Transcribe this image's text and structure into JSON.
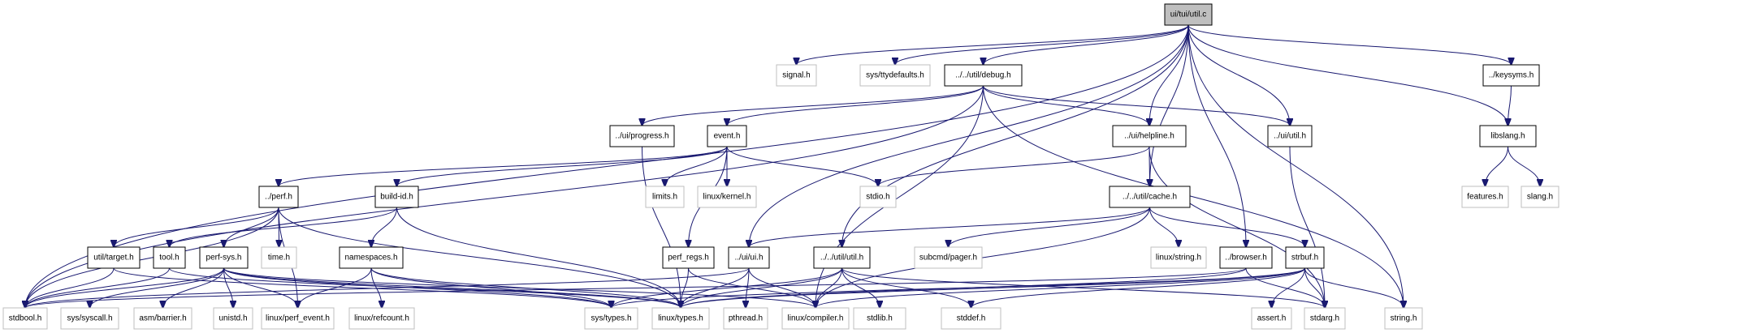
{
  "title": "ui/tui/util.c",
  "colors": {
    "edge": "#191970",
    "root_fill": "#bfbfbf",
    "local_border": "#000000",
    "system_border": "#bfbfbf"
  },
  "nodes": [
    {
      "id": "util_c",
      "label": "ui/tui/util.c",
      "kind": "root"
    },
    {
      "id": "signal",
      "label": "signal.h",
      "kind": "system"
    },
    {
      "id": "ttydefaults",
      "label": "sys/ttydefaults.h",
      "kind": "system"
    },
    {
      "id": "debug",
      "label": "../../util/debug.h",
      "kind": "local"
    },
    {
      "id": "keysyms",
      "label": "../keysyms.h",
      "kind": "local"
    },
    {
      "id": "progress",
      "label": "../ui/progress.h",
      "kind": "local"
    },
    {
      "id": "event",
      "label": "event.h",
      "kind": "local"
    },
    {
      "id": "helpline",
      "label": "../ui/helpline.h",
      "kind": "local"
    },
    {
      "id": "uiutil",
      "label": "../ui/util.h",
      "kind": "local"
    },
    {
      "id": "libslang",
      "label": "libslang.h",
      "kind": "local"
    },
    {
      "id": "perf",
      "label": "../perf.h",
      "kind": "local"
    },
    {
      "id": "buildid",
      "label": "build-id.h",
      "kind": "local"
    },
    {
      "id": "limits",
      "label": "limits.h",
      "kind": "system"
    },
    {
      "id": "kernel",
      "label": "linux/kernel.h",
      "kind": "system"
    },
    {
      "id": "stdio",
      "label": "stdio.h",
      "kind": "system"
    },
    {
      "id": "cache",
      "label": "../../util/cache.h",
      "kind": "local"
    },
    {
      "id": "features",
      "label": "features.h",
      "kind": "system"
    },
    {
      "id": "slang",
      "label": "slang.h",
      "kind": "system"
    },
    {
      "id": "target",
      "label": "util/target.h",
      "kind": "local"
    },
    {
      "id": "tool",
      "label": "tool.h",
      "kind": "local"
    },
    {
      "id": "perfsys",
      "label": "perf-sys.h",
      "kind": "local"
    },
    {
      "id": "time",
      "label": "time.h",
      "kind": "system"
    },
    {
      "id": "namespaces",
      "label": "namespaces.h",
      "kind": "local"
    },
    {
      "id": "perfregs",
      "label": "perf_regs.h",
      "kind": "local"
    },
    {
      "id": "uiui",
      "label": "../ui/ui.h",
      "kind": "local"
    },
    {
      "id": "utilutil",
      "label": "../../util/util.h",
      "kind": "local"
    },
    {
      "id": "pager",
      "label": "subcmd/pager.h",
      "kind": "system"
    },
    {
      "id": "linuxstring",
      "label": "linux/string.h",
      "kind": "system"
    },
    {
      "id": "browser",
      "label": "../browser.h",
      "kind": "local"
    },
    {
      "id": "strbuf",
      "label": "strbuf.h",
      "kind": "local"
    },
    {
      "id": "stdbool",
      "label": "stdbool.h",
      "kind": "system"
    },
    {
      "id": "syscall",
      "label": "sys/syscall.h",
      "kind": "system"
    },
    {
      "id": "barrier",
      "label": "asm/barrier.h",
      "kind": "system"
    },
    {
      "id": "unistd",
      "label": "unistd.h",
      "kind": "system"
    },
    {
      "id": "perfevent",
      "label": "linux/perf_event.h",
      "kind": "system"
    },
    {
      "id": "refcount",
      "label": "linux/refcount.h",
      "kind": "system"
    },
    {
      "id": "systypes",
      "label": "sys/types.h",
      "kind": "system"
    },
    {
      "id": "linuxtypes",
      "label": "linux/types.h",
      "kind": "system"
    },
    {
      "id": "pthread",
      "label": "pthread.h",
      "kind": "system"
    },
    {
      "id": "compiler",
      "label": "linux/compiler.h",
      "kind": "system"
    },
    {
      "id": "stdlib",
      "label": "stdlib.h",
      "kind": "system"
    },
    {
      "id": "stddef",
      "label": "stddef.h",
      "kind": "system"
    },
    {
      "id": "assert",
      "label": "assert.h",
      "kind": "system"
    },
    {
      "id": "stdarg",
      "label": "stdarg.h",
      "kind": "system"
    },
    {
      "id": "string",
      "label": "string.h",
      "kind": "system"
    }
  ],
  "edges": [
    [
      "util_c",
      "signal"
    ],
    [
      "util_c",
      "ttydefaults"
    ],
    [
      "util_c",
      "debug"
    ],
    [
      "util_c",
      "keysyms"
    ],
    [
      "util_c",
      "helpline"
    ],
    [
      "util_c",
      "uiutil"
    ],
    [
      "util_c",
      "libslang"
    ],
    [
      "util_c",
      "cache"
    ],
    [
      "util_c",
      "uiui"
    ],
    [
      "util_c",
      "utilutil"
    ],
    [
      "util_c",
      "browser"
    ],
    [
      "util_c",
      "string"
    ],
    [
      "util_c",
      "stdbool"
    ],
    [
      "debug",
      "progress"
    ],
    [
      "debug",
      "event"
    ],
    [
      "debug",
      "helpline"
    ],
    [
      "debug",
      "uiutil"
    ],
    [
      "debug",
      "stdbool"
    ],
    [
      "debug",
      "compiler"
    ],
    [
      "debug",
      "string"
    ],
    [
      "keysyms",
      "libslang"
    ],
    [
      "progress",
      "linuxtypes"
    ],
    [
      "event",
      "perf"
    ],
    [
      "event",
      "buildid"
    ],
    [
      "event",
      "limits"
    ],
    [
      "event",
      "kernel"
    ],
    [
      "event",
      "stdio"
    ],
    [
      "event",
      "perfregs"
    ],
    [
      "helpline",
      "stdio"
    ],
    [
      "helpline",
      "cache"
    ],
    [
      "helpline",
      "stdarg"
    ],
    [
      "uiutil",
      "stdarg"
    ],
    [
      "libslang",
      "features"
    ],
    [
      "libslang",
      "slang"
    ],
    [
      "perf",
      "stdbool"
    ],
    [
      "perf",
      "target"
    ],
    [
      "perf",
      "perfsys"
    ],
    [
      "perf",
      "time"
    ],
    [
      "perf",
      "perfevent"
    ],
    [
      "perf",
      "linuxtypes"
    ],
    [
      "buildid",
      "tool"
    ],
    [
      "buildid",
      "namespaces"
    ],
    [
      "buildid",
      "linuxtypes"
    ],
    [
      "cache",
      "uiui"
    ],
    [
      "cache",
      "pager"
    ],
    [
      "cache",
      "linuxstring"
    ],
    [
      "cache",
      "strbuf"
    ],
    [
      "cache",
      "compiler"
    ],
    [
      "target",
      "stdbool"
    ],
    [
      "target",
      "systypes"
    ],
    [
      "tool",
      "stdbool"
    ],
    [
      "tool",
      "linuxtypes"
    ],
    [
      "perfsys",
      "stdbool"
    ],
    [
      "perfsys",
      "syscall"
    ],
    [
      "perfsys",
      "barrier"
    ],
    [
      "perfsys",
      "unistd"
    ],
    [
      "perfsys",
      "perfevent"
    ],
    [
      "perfsys",
      "linuxtypes"
    ],
    [
      "perfsys",
      "compiler"
    ],
    [
      "perfsys",
      "systypes"
    ],
    [
      "namespaces",
      "perfevent"
    ],
    [
      "namespaces",
      "refcount"
    ],
    [
      "namespaces",
      "systypes"
    ],
    [
      "namespaces",
      "linuxtypes"
    ],
    [
      "perfregs",
      "linuxtypes"
    ],
    [
      "perfregs",
      "compiler"
    ],
    [
      "uiui",
      "pthread"
    ],
    [
      "uiui",
      "compiler"
    ],
    [
      "uiui",
      "linuxtypes"
    ],
    [
      "uiui",
      "stdbool"
    ],
    [
      "utilutil",
      "compiler"
    ],
    [
      "utilutil",
      "stdlib"
    ],
    [
      "utilutil",
      "stddef"
    ],
    [
      "utilutil",
      "linuxtypes"
    ],
    [
      "utilutil",
      "systypes"
    ],
    [
      "utilutil",
      "stdarg"
    ],
    [
      "browser",
      "stdarg"
    ],
    [
      "browser",
      "linuxtypes"
    ],
    [
      "browser",
      "stdbool"
    ],
    [
      "strbuf",
      "assert"
    ],
    [
      "strbuf",
      "stdarg"
    ],
    [
      "strbuf",
      "string"
    ],
    [
      "strbuf",
      "stddef"
    ],
    [
      "strbuf",
      "compiler"
    ],
    [
      "strbuf",
      "linuxtypes"
    ],
    [
      "strbuf",
      "systypes"
    ]
  ]
}
